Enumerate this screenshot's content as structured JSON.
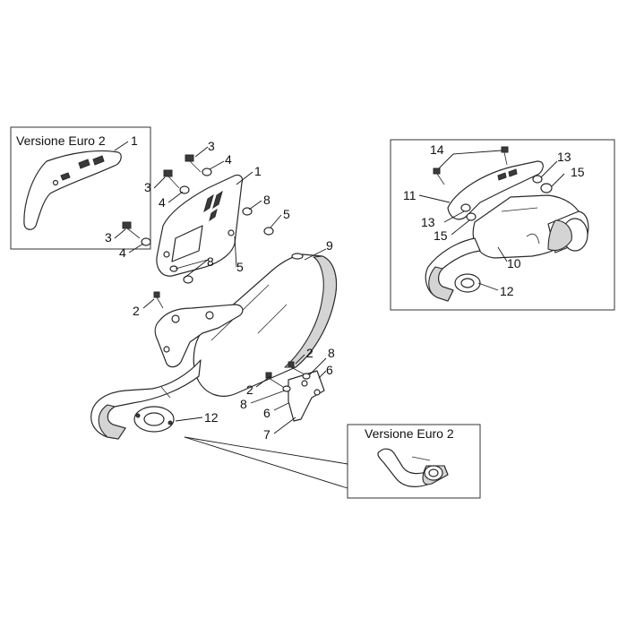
{
  "inset_version_top": {
    "caption": "Versione Euro 2",
    "part_ref": "1"
  },
  "inset_version_bottom": {
    "caption": "Versione Euro 2"
  },
  "callouts": {
    "c1": "1",
    "c2": "2",
    "c3": "3",
    "c4": "4",
    "c5": "5",
    "c6": "6",
    "c7": "7",
    "c8": "8",
    "c9": "9",
    "c10": "10",
    "c11": "11",
    "c12": "12",
    "c13": "13",
    "c14": "14",
    "c15": "15"
  }
}
